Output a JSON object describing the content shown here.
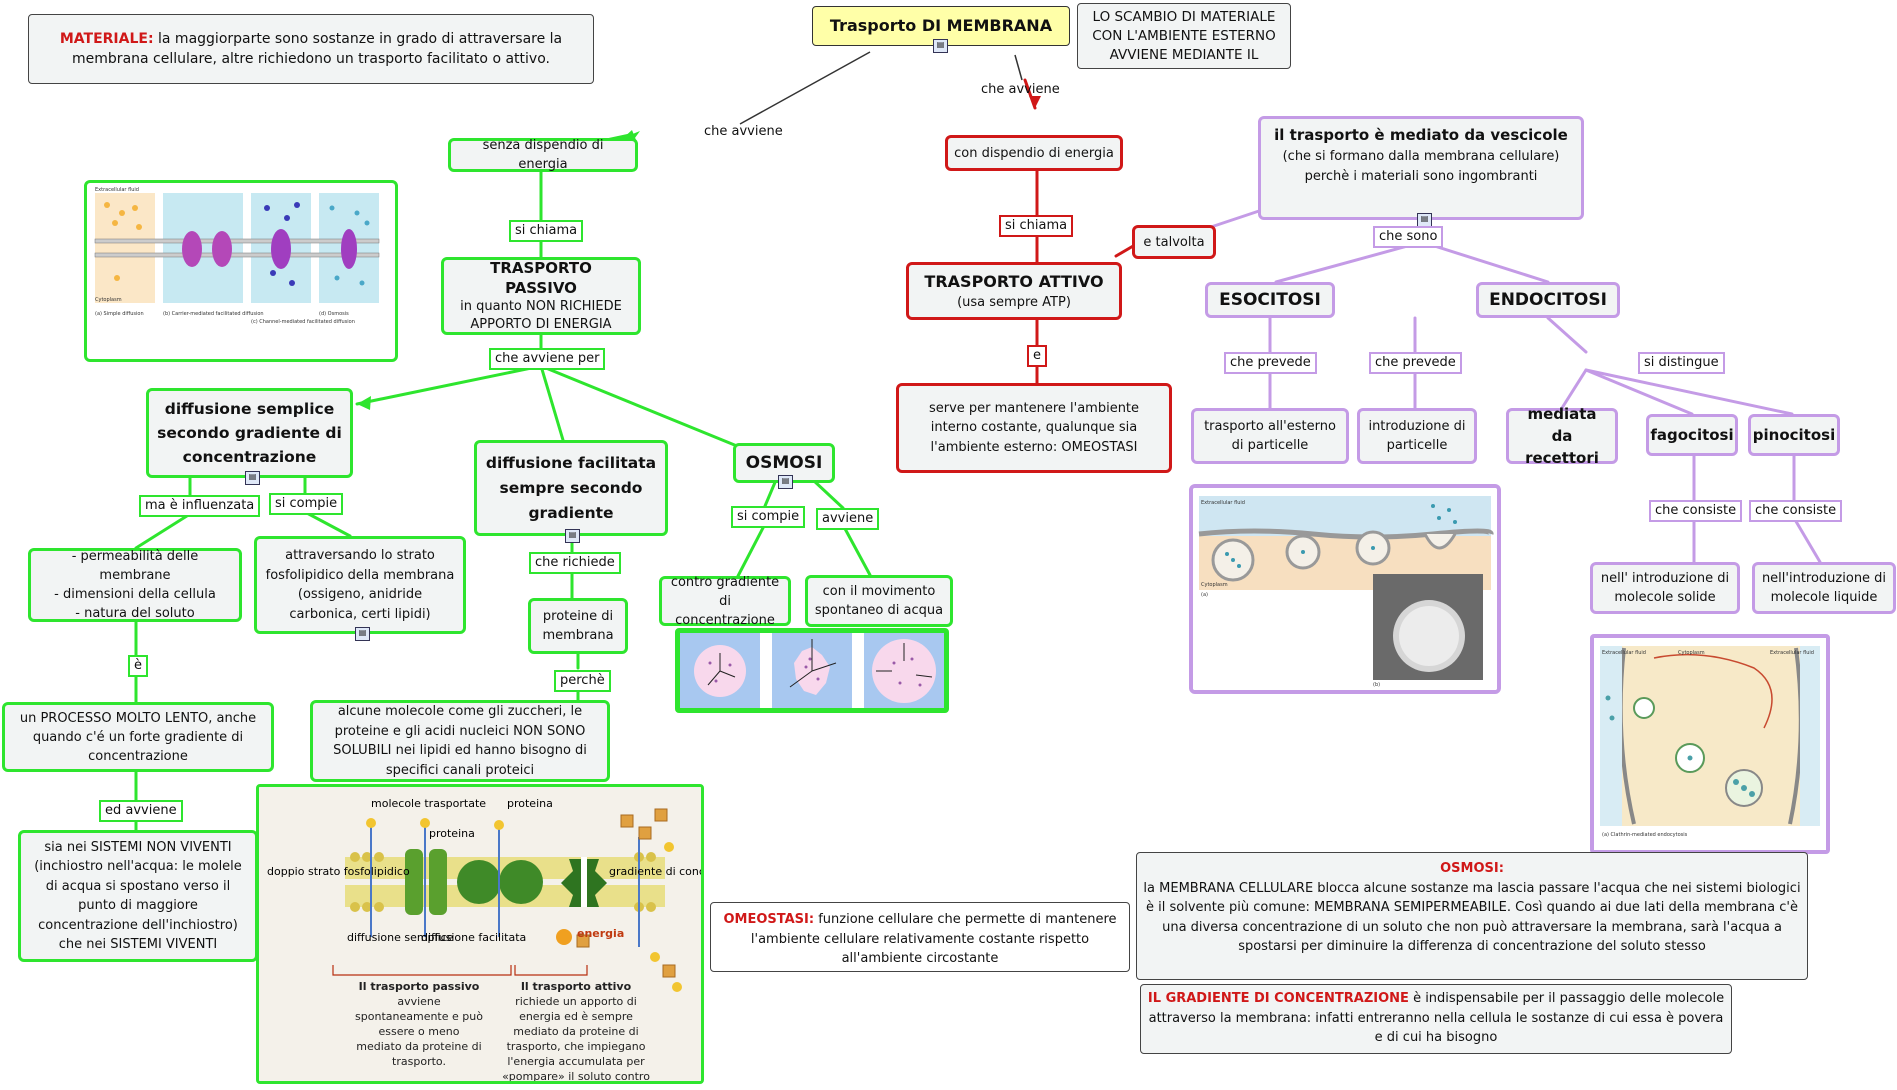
{
  "title": "Trasporto DI MEMBRANA",
  "intro": "LO SCAMBIO DI MATERIALE CON L'AMBIENTE ESTERNO AVVIENE MEDIANTE IL",
  "materiale": {
    "label": "MATERIALE:",
    "text": "la maggiorparte sono sostanze in grado di attraversare la membrana cellulare, altre richiedono un trasporto facilitato o attivo."
  },
  "links": {
    "che_avviene_left": "che avviene",
    "che_avviene_right": "che avviene",
    "si_chiama_pass": "si chiama",
    "si_chiama_att": "si chiama",
    "che_avviene_per": "che avviene per",
    "ma_influenzata": "ma è influenzata",
    "si_compie_ds": "si compie",
    "e_grey": "è",
    "ed_avviene": "ed avviene",
    "che_richiede": "che richiede",
    "perche": "perchè",
    "si_compie_osm": "si compie",
    "avviene": "avviene",
    "e_red": "e",
    "e_talvolta": "e talvolta",
    "che_sono": "che sono",
    "che_prevede_1": "che prevede",
    "che_prevede_2": "che prevede",
    "si_distingue": "si distingue",
    "che_consiste_1": "che consiste",
    "che_consiste_2": "che consiste"
  },
  "nodes": {
    "senza": "senza dispendio di energia",
    "passivo_title": "TRASPORTO PASSIVO",
    "passivo_sub": "in quanto NON RICHIEDE APPORTO DI ENERGIA",
    "ds": "diffusione semplice secondo gradiente di concentrazione",
    "fattori": [
      "- permeabilità delle membrane",
      "- dimensioni della cellula",
      "- natura del soluto"
    ],
    "attraversando": "attraversando lo strato fosfolipidico della membrana (ossigeno, anidride carbonica, certi lipidi)",
    "lento": "un PROCESSO MOLTO LENTO, anche quando c'é un forte gradiente di concentrazione",
    "sistemi": "sia nei SISTEMI NON VIVENTI (inchiostro nell'acqua: le molele di acqua si spostano verso il punto di maggiore concentrazione dell'inchiostro) che nei SISTEMI VIVENTI",
    "df": "diffusione facilitata sempre secondo gradiente",
    "proteine": "proteine di membrana",
    "molecole": "alcune molecole come gli zuccheri, le proteine e gli acidi nucleici NON SONO SOLUBILI nei lipidi ed hanno bisogno di specifici canali proteici",
    "osmosi": "OSMOSI",
    "contro": "contro gradiente di concentrazione",
    "movimento": "con il movimento spontaneo di acqua",
    "con": "con dispendio di energia",
    "attivo_title": "TRASPORTO ATTIVO",
    "attivo_sub": "(usa sempre ATP)",
    "serve": "serve per mantenere l'ambiente interno costante, qualunque sia l'ambiente esterno: OMEOSTASI",
    "vescicole_bold": "il trasporto è mediato da vescicole",
    "vescicole_rest": "(che si formano dalla membrana cellulare) perchè i materiali sono ingombranti",
    "esocitosi": "ESOCITOSI",
    "endocitosi": "ENDOCITOSI",
    "trasporto_esterno": "trasporto all'esterno di particelle",
    "introduzione": "introduzione di particelle",
    "mediata": "mediata da recettori",
    "fagocitosi": "fagocitosi",
    "pinocitosi": "pinocitosi",
    "solide": "nell' introduzione di molecole solide",
    "liquide": "nell'introduzione di molecole liquide"
  },
  "omeostasi": {
    "label": "OMEOSTASI:",
    "text": "funzione cellulare che permette di mantenere l'ambiente cellulare relativamente costante rispetto all'ambiente circostante"
  },
  "osmosi_box": {
    "label": "OSMOSI:",
    "text": "la MEMBRANA CELLULARE blocca alcune sostanze ma lascia passare l'acqua che nei sistemi biologici è il solvente più comune: MEMBRANA SEMIPERMEABILE. Così quando ai due lati della membrana c'è una diversa concentrazione di un soluto che non può attraversare la membrana, sarà l'acqua a spostarsi per diminuire la differenza di concentrazione del soluto stesso"
  },
  "gradiente": {
    "label": "IL GRADIENTE DI CONCENTRAZIONE",
    "text": "è indispensabile per il passaggio delle molecole attraverso la membrana: infatti entreranno nella cellula le sostanze di cui essa è povera e di cui ha bisogno"
  },
  "membrane_figure": {
    "molecole_trasportate": "molecole trasportate",
    "proteina_1": "proteina",
    "proteina_2": "proteina",
    "doppio_strato": "doppio strato fosfolipidico",
    "gradiente": "gradiente di concentrazione",
    "energia": "energia",
    "diffusione_semplice": "diffusione semplice",
    "diffusione_facilitata": "diffusione facilitata",
    "passivo_bold": "Il trasporto passivo",
    "passivo_text": "avviene spontaneamente e può essere o meno mediato da proteine di trasporto.",
    "attivo_bold": "Il trasporto attivo",
    "attivo_text": "richiede un apporto di energia ed è sempre mediato da proteine di trasporto, che impiegano l'energia accumulata per «pompare» il soluto contro il gradiente di concentrazione."
  },
  "diffusion_panels": {
    "extracellular": "Extracellular fluid",
    "cytoplasm": "Cytoplasm",
    "captions": [
      "(a) Simple diffusion",
      "(b) Carrier-mediated facilitated diffusion",
      "(c) Channel-mediated facilitated diffusion",
      "(d) Osmosis"
    ]
  },
  "exo_figure": {
    "extracellular": "Extracellular fluid",
    "cytoplasm": "Cytoplasm",
    "a": "(a)",
    "b": "(b)"
  },
  "endo_figure": {
    "extracellular_l": "Extracellular fluid",
    "cytoplasm": "Cytoplasm",
    "extracellular_r": "Extracellular fluid",
    "caption": "(a) Clathrin-mediated endocytosis"
  },
  "colors": {
    "green": "#2ee52e",
    "red": "#d01818",
    "purple": "#c49be6",
    "title_bg": "#ffffa8"
  }
}
